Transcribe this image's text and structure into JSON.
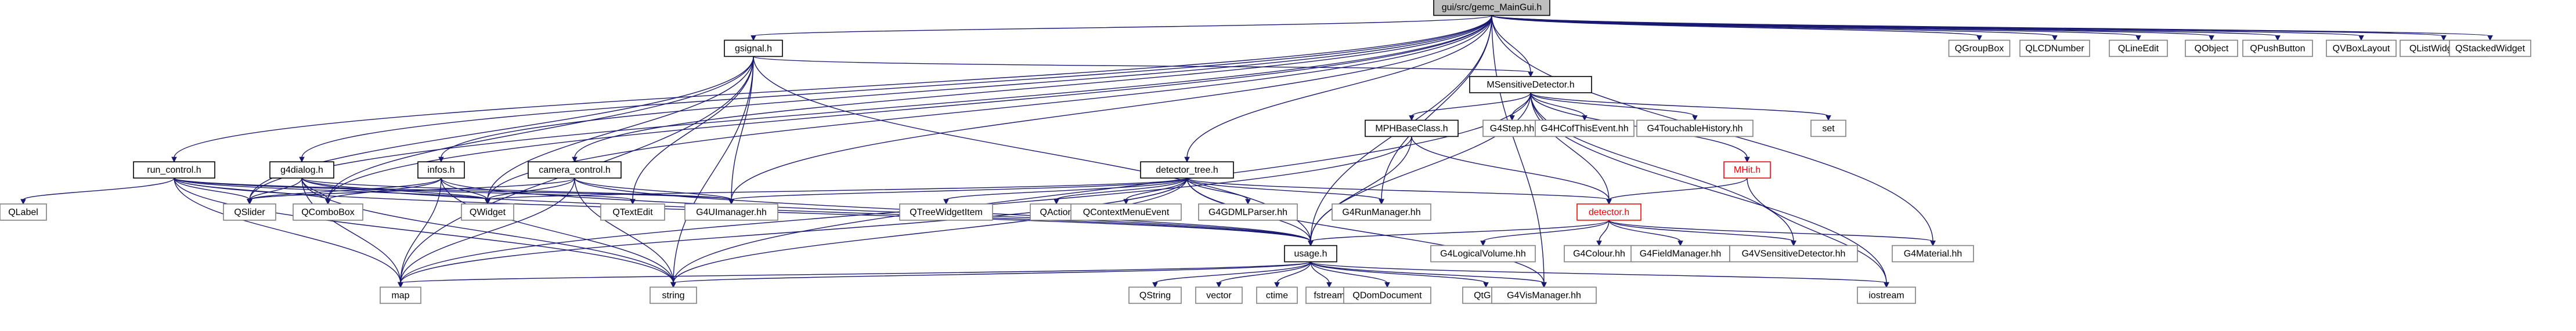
{
  "diagram": {
    "nodes": [
      {
        "id": "main",
        "label": "gui/src/gemc_MainGui.h",
        "kind": "main"
      },
      {
        "id": "gsignal",
        "label": "gsignal.h",
        "kind": "doc"
      },
      {
        "id": "msens",
        "label": "MSensitiveDetector.h",
        "kind": "doc"
      },
      {
        "id": "run",
        "label": "run_control.h",
        "kind": "doc"
      },
      {
        "id": "g4dialog",
        "label": "g4dialog.h",
        "kind": "doc"
      },
      {
        "id": "infos",
        "label": "infos.h",
        "kind": "doc"
      },
      {
        "id": "camera",
        "label": "camera_control.h",
        "kind": "doc"
      },
      {
        "id": "dtree",
        "label": "detector_tree.h",
        "kind": "doc"
      },
      {
        "id": "mphb",
        "label": "MPHBaseClass.h",
        "kind": "doc"
      },
      {
        "id": "mhit",
        "label": "MHit.h",
        "kind": "red"
      },
      {
        "id": "detector",
        "label": "detector.h",
        "kind": "red"
      },
      {
        "id": "usage",
        "label": "usage.h",
        "kind": "doc"
      },
      {
        "id": "qgroupbox",
        "label": "QGroupBox",
        "kind": "ext"
      },
      {
        "id": "qlcd",
        "label": "QLCDNumber",
        "kind": "ext"
      },
      {
        "id": "qlineedit",
        "label": "QLineEdit",
        "kind": "ext"
      },
      {
        "id": "qobject",
        "label": "QObject",
        "kind": "ext"
      },
      {
        "id": "qpush",
        "label": "QPushButton",
        "kind": "ext"
      },
      {
        "id": "qvbox",
        "label": "QVBoxLayout",
        "kind": "ext"
      },
      {
        "id": "qlistw",
        "label": "QListWidgetItem",
        "kind": "ext"
      },
      {
        "id": "qstacked",
        "label": "QStackedWidget",
        "kind": "ext"
      },
      {
        "id": "g4step",
        "label": "G4Step.hh",
        "kind": "ext"
      },
      {
        "id": "g4hcof",
        "label": "G4HCofThisEvent.hh",
        "kind": "ext"
      },
      {
        "id": "g4touch",
        "label": "G4TouchableHistory.hh",
        "kind": "ext"
      },
      {
        "id": "set",
        "label": "set",
        "kind": "ext"
      },
      {
        "id": "qlabel",
        "label": "QLabel",
        "kind": "ext"
      },
      {
        "id": "qslider",
        "label": "QSlider",
        "kind": "ext"
      },
      {
        "id": "qcombobox",
        "label": "QComboBox",
        "kind": "ext"
      },
      {
        "id": "qwidget",
        "label": "QWidget",
        "kind": "ext"
      },
      {
        "id": "qtextedit",
        "label": "QTextEdit",
        "kind": "ext"
      },
      {
        "id": "g4ui",
        "label": "G4UImanager.hh",
        "kind": "ext"
      },
      {
        "id": "qtreewi",
        "label": "QTreeWidgetItem",
        "kind": "ext"
      },
      {
        "id": "qaction",
        "label": "QAction",
        "kind": "ext"
      },
      {
        "id": "qctx",
        "label": "QContextMenuEvent",
        "kind": "ext"
      },
      {
        "id": "g4gdml",
        "label": "G4GDMLParser.hh",
        "kind": "ext"
      },
      {
        "id": "g4run",
        "label": "G4RunManager.hh",
        "kind": "ext"
      },
      {
        "id": "g4logvol",
        "label": "G4LogicalVolume.hh",
        "kind": "ext"
      },
      {
        "id": "g4colour",
        "label": "G4Colour.hh",
        "kind": "ext"
      },
      {
        "id": "g4field",
        "label": "G4FieldManager.hh",
        "kind": "ext"
      },
      {
        "id": "g4vsens",
        "label": "G4VSensitiveDetector.hh",
        "kind": "ext"
      },
      {
        "id": "g4mat",
        "label": "G4Material.hh",
        "kind": "ext"
      },
      {
        "id": "map",
        "label": "map",
        "kind": "ext"
      },
      {
        "id": "string",
        "label": "string",
        "kind": "ext"
      },
      {
        "id": "qstring",
        "label": "QString",
        "kind": "ext"
      },
      {
        "id": "vector",
        "label": "vector",
        "kind": "ext"
      },
      {
        "id": "ctime",
        "label": "ctime",
        "kind": "ext"
      },
      {
        "id": "fstream",
        "label": "fstream",
        "kind": "ext"
      },
      {
        "id": "qdom",
        "label": "QDomDocument",
        "kind": "ext"
      },
      {
        "id": "qtgui",
        "label": "QtGui",
        "kind": "ext"
      },
      {
        "id": "g4vis",
        "label": "G4VisManager.hh",
        "kind": "ext"
      },
      {
        "id": "iostream",
        "label": "iostream",
        "kind": "ext"
      }
    ],
    "edges": [
      [
        "main",
        "gsignal"
      ],
      [
        "main",
        "msens"
      ],
      [
        "main",
        "run"
      ],
      [
        "main",
        "g4dialog"
      ],
      [
        "main",
        "infos"
      ],
      [
        "main",
        "camera"
      ],
      [
        "main",
        "dtree"
      ],
      [
        "main",
        "qgroupbox"
      ],
      [
        "main",
        "qlcd"
      ],
      [
        "main",
        "qlineedit"
      ],
      [
        "main",
        "qobject"
      ],
      [
        "main",
        "qpush"
      ],
      [
        "main",
        "qvbox"
      ],
      [
        "main",
        "qlistw"
      ],
      [
        "main",
        "qstacked"
      ],
      [
        "main",
        "qslider"
      ],
      [
        "main",
        "qcombobox"
      ],
      [
        "main",
        "qwidget"
      ],
      [
        "main",
        "g4ui"
      ],
      [
        "main",
        "g4run"
      ],
      [
        "main",
        "g4mat"
      ],
      [
        "main",
        "g4vis"
      ],
      [
        "main",
        "usage"
      ],
      [
        "gsignal",
        "msens"
      ],
      [
        "gsignal",
        "g4ui"
      ],
      [
        "gsignal",
        "qwidget"
      ],
      [
        "gsignal",
        "qcombobox"
      ],
      [
        "gsignal",
        "qslider"
      ],
      [
        "gsignal",
        "qtextedit"
      ],
      [
        "gsignal",
        "usage"
      ],
      [
        "gsignal",
        "map"
      ],
      [
        "gsignal",
        "string"
      ],
      [
        "msens",
        "mphb"
      ],
      [
        "msens",
        "mhit"
      ],
      [
        "msens",
        "detector"
      ],
      [
        "msens",
        "g4step"
      ],
      [
        "msens",
        "g4hcof"
      ],
      [
        "msens",
        "g4touch"
      ],
      [
        "msens",
        "set"
      ],
      [
        "msens",
        "g4vsens"
      ],
      [
        "msens",
        "iostream"
      ],
      [
        "msens",
        "usage"
      ],
      [
        "msens",
        "string"
      ],
      [
        "run",
        "qlabel"
      ],
      [
        "run",
        "qslider"
      ],
      [
        "run",
        "qcombobox"
      ],
      [
        "run",
        "qwidget"
      ],
      [
        "run",
        "qtextedit"
      ],
      [
        "run",
        "g4ui"
      ],
      [
        "run",
        "map"
      ],
      [
        "run",
        "string"
      ],
      [
        "run",
        "usage"
      ],
      [
        "g4dialog",
        "qslider"
      ],
      [
        "g4dialog",
        "qcombobox"
      ],
      [
        "g4dialog",
        "qwidget"
      ],
      [
        "g4dialog",
        "g4ui"
      ],
      [
        "g4dialog",
        "map"
      ],
      [
        "g4dialog",
        "string"
      ],
      [
        "g4dialog",
        "usage"
      ],
      [
        "infos",
        "qslider"
      ],
      [
        "infos",
        "qcombobox"
      ],
      [
        "infos",
        "qwidget"
      ],
      [
        "infos",
        "map"
      ],
      [
        "infos",
        "string"
      ],
      [
        "infos",
        "usage"
      ],
      [
        "camera",
        "qslider"
      ],
      [
        "camera",
        "qwidget"
      ],
      [
        "camera",
        "g4ui"
      ],
      [
        "camera",
        "map"
      ],
      [
        "camera",
        "string"
      ],
      [
        "camera",
        "usage"
      ],
      [
        "dtree",
        "qtreewi"
      ],
      [
        "dtree",
        "qaction"
      ],
      [
        "dtree",
        "qctx"
      ],
      [
        "dtree",
        "g4gdml"
      ],
      [
        "dtree",
        "g4run"
      ],
      [
        "dtree",
        "detector"
      ],
      [
        "dtree",
        "g4ui"
      ],
      [
        "dtree",
        "qwidget"
      ],
      [
        "dtree",
        "usage"
      ],
      [
        "dtree",
        "map"
      ],
      [
        "dtree",
        "string"
      ],
      [
        "dtree",
        "g4vis"
      ],
      [
        "mphb",
        "detector"
      ],
      [
        "mphb",
        "usage"
      ],
      [
        "mphb",
        "map"
      ],
      [
        "mhit",
        "detector"
      ],
      [
        "mhit",
        "iostream"
      ],
      [
        "detector",
        "g4logvol"
      ],
      [
        "detector",
        "g4colour"
      ],
      [
        "detector",
        "g4field"
      ],
      [
        "detector",
        "g4vsens"
      ],
      [
        "detector",
        "g4mat"
      ],
      [
        "detector",
        "usage"
      ],
      [
        "usage",
        "map"
      ],
      [
        "usage",
        "string"
      ],
      [
        "usage",
        "qstring"
      ],
      [
        "usage",
        "vector"
      ],
      [
        "usage",
        "ctime"
      ],
      [
        "usage",
        "fstream"
      ],
      [
        "usage",
        "qdom"
      ],
      [
        "usage",
        "qtgui"
      ],
      [
        "usage",
        "g4vis"
      ],
      [
        "usage",
        "iostream"
      ]
    ]
  }
}
